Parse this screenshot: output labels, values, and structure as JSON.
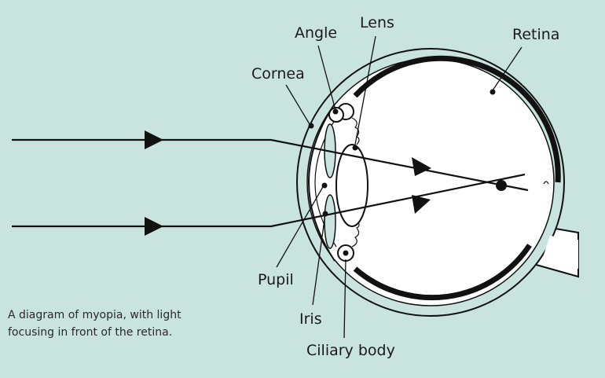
{
  "labels": {
    "angle": "Angle",
    "lens": "Lens",
    "retina": "Retina",
    "cornea": "Cornea",
    "pupil": "Pupil",
    "iris": "Iris",
    "ciliary_body": "Ciliary body"
  },
  "caption": {
    "line1": "A diagram of myopia, with light",
    "line2": "focusing in front of the retina."
  },
  "colors": {
    "background": "#c9e4df",
    "eye_fill": "#ffffff",
    "stroke": "#111111"
  }
}
